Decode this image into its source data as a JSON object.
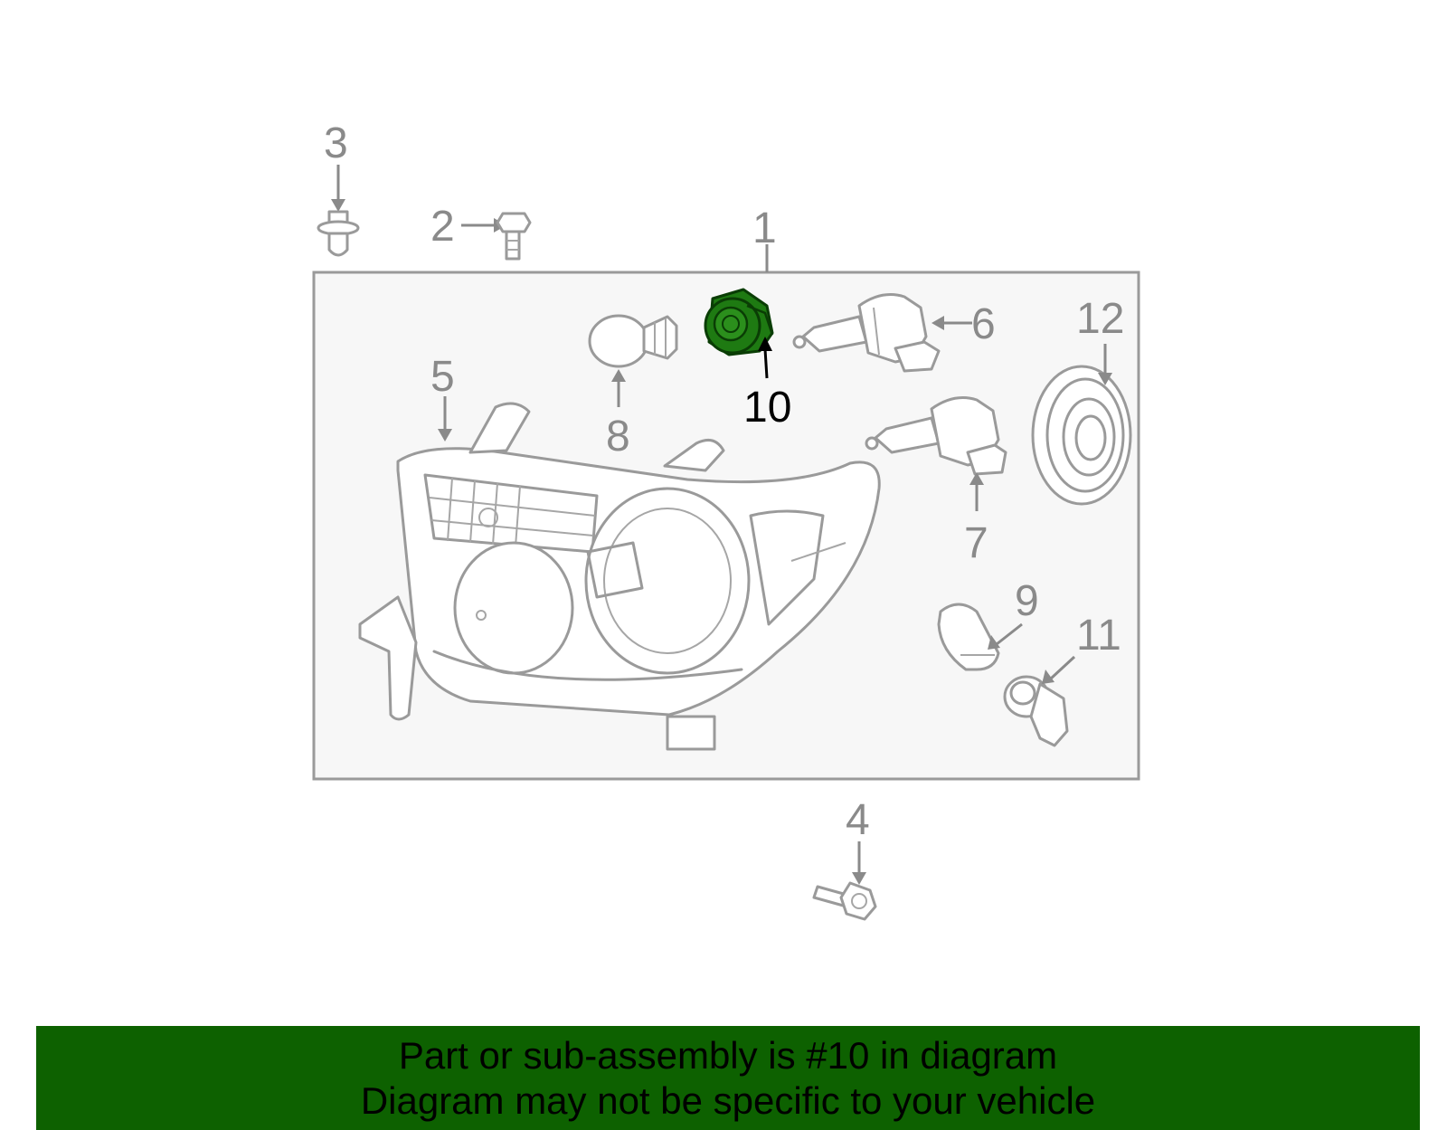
{
  "diagram": {
    "highlighted_part": "10",
    "highlight_color": "#1e7a12",
    "callouts": [
      {
        "id": "c1",
        "label": "1"
      },
      {
        "id": "c2",
        "label": "2"
      },
      {
        "id": "c3",
        "label": "3"
      },
      {
        "id": "c4",
        "label": "4"
      },
      {
        "id": "c5",
        "label": "5"
      },
      {
        "id": "c6",
        "label": "6"
      },
      {
        "id": "c7",
        "label": "7"
      },
      {
        "id": "c8",
        "label": "8"
      },
      {
        "id": "c9",
        "label": "9"
      },
      {
        "id": "c10",
        "label": "10"
      },
      {
        "id": "c11",
        "label": "11"
      },
      {
        "id": "c12",
        "label": "12"
      }
    ]
  },
  "banner": {
    "line1": "Part or sub-assembly is #10 in diagram",
    "line2": "Diagram may not be specific to your vehicle",
    "background": "#0d6100"
  }
}
